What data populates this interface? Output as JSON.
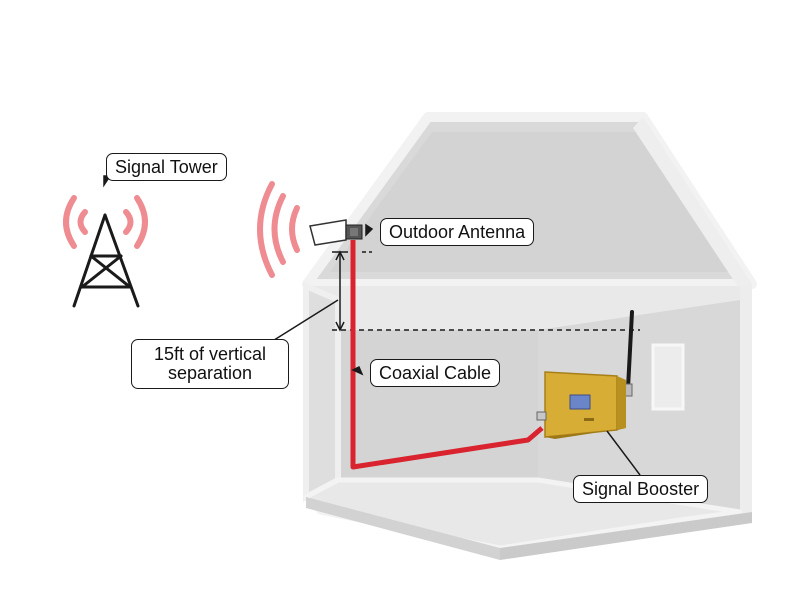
{
  "labels": {
    "signal_tower": "Signal Tower",
    "outdoor_antenna": "Outdoor Antenna",
    "vertical_separation": "15ft of vertical separation",
    "coaxial_cable": "Coaxial Cable",
    "signal_booster": "Signal Booster"
  },
  "icons": {
    "tower": "tower-icon",
    "antenna": "antenna-icon",
    "booster": "booster-icon",
    "wave": "signal-wave-icon"
  },
  "colors": {
    "cable": "#d9232e",
    "signal_wave": "#ee8c92",
    "house_wall": "#d6d6d6",
    "house_outline": "#ececec",
    "booster_body": "#d6a92e"
  }
}
